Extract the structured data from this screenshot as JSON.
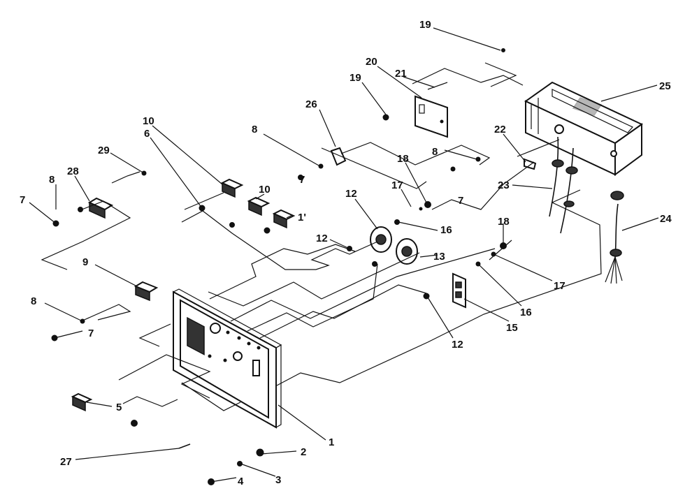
{
  "diagram": {
    "labels": {
      "p1": "1",
      "p2": "2",
      "p3": "3",
      "p4": "4",
      "p5": "5",
      "p6": "6",
      "p7a": "7",
      "p7b": "7",
      "p7c": "7",
      "p7d": "7",
      "p8a": "8",
      "p8b": "8",
      "p8c": "8",
      "p8d": "8",
      "p9": "9",
      "p10a": "10",
      "p10b": "10",
      "p11": "1'",
      "p12a": "12",
      "p12b": "12",
      "p12c": "12",
      "p13": "13",
      "p15": "15",
      "p16a": "16",
      "p16b": "16",
      "p17a": "17",
      "p17b": "17",
      "p18a": "18",
      "p18b": "18",
      "p19a": "19",
      "p19b": "19",
      "p20": "20",
      "p21": "21",
      "p22": "22",
      "p23": "23",
      "p24": "24",
      "p25": "25",
      "p26": "26",
      "p27": "27",
      "p28": "28",
      "p29": "29"
    }
  }
}
